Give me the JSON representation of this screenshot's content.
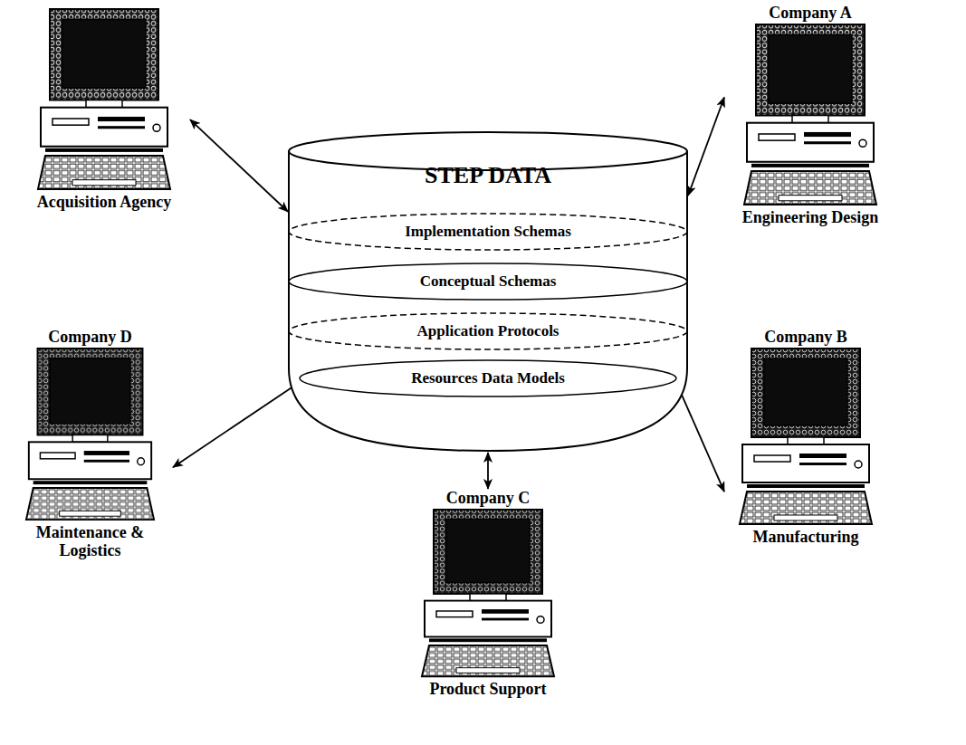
{
  "diagram": {
    "nodes": [
      {
        "text": [
          "STEP DATA"
        ]
      },
      {
        "text": [
          "Implementation Schemas"
        ],
        "in": 0
      },
      {
        "text": [
          "Conceptual Schemas"
        ],
        "in": 0
      },
      {
        "text": [
          "Application Protocols"
        ],
        "in": 0
      },
      {
        "text": [
          "Resources Data Models"
        ],
        "in": 0
      },
      {
        "text": [
          "Acquisition Agency"
        ]
      },
      {
        "text": [
          "Company A",
          "Engineering Design"
        ]
      },
      {
        "text": [
          "Company D",
          "Maintenance & Logistics"
        ]
      },
      {
        "text": [
          "Company C",
          "Product Support"
        ]
      },
      {
        "text": [
          "Company B",
          "Manufacturing"
        ]
      }
    ],
    "edges": [
      {
        "from": 5,
        "to": 0,
        "arrow": "both"
      },
      {
        "from": 6,
        "to": 0,
        "arrow": "both"
      },
      {
        "from": 7,
        "to": 0,
        "arrow": "both"
      },
      {
        "from": 8,
        "to": 0,
        "arrow": "both"
      },
      {
        "from": 9,
        "to": 0,
        "arrow": "both"
      }
    ]
  }
}
